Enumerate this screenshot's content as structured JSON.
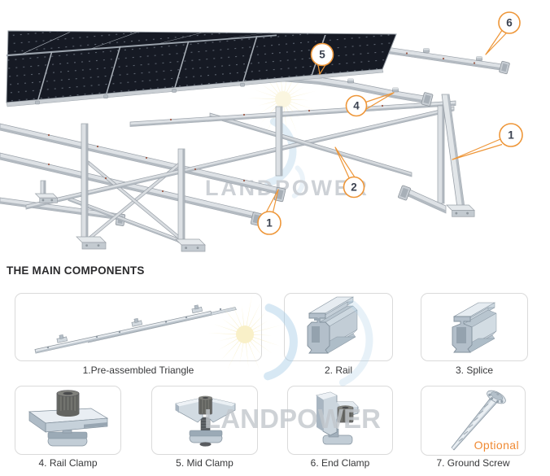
{
  "hero": {
    "watermark_text": "LANDPOWER",
    "callouts": [
      {
        "label": "6"
      },
      {
        "label": "5"
      },
      {
        "label": "4"
      },
      {
        "label": "1"
      },
      {
        "label": "2"
      },
      {
        "label": "1"
      }
    ]
  },
  "components": {
    "heading": "THE MAIN COMPONENTS",
    "watermark_text": "LANDPOWER",
    "items": [
      {
        "label": "1.Pre-assembled Triangle"
      },
      {
        "label": "2. Rail"
      },
      {
        "label": "3. Splice"
      },
      {
        "label": "4. Rail Clamp"
      },
      {
        "label": "5. Mid Clamp"
      },
      {
        "label": "6. End Clamp"
      },
      {
        "label": "7. Ground Screw",
        "badge": "Optional"
      }
    ]
  },
  "colors": {
    "callout_orange": "#ee9638",
    "optional_orange": "#f08a33",
    "watermark_gray": "#c6cbd0",
    "panel_dark": "#161a24",
    "metal_light": "#dde1e5"
  }
}
